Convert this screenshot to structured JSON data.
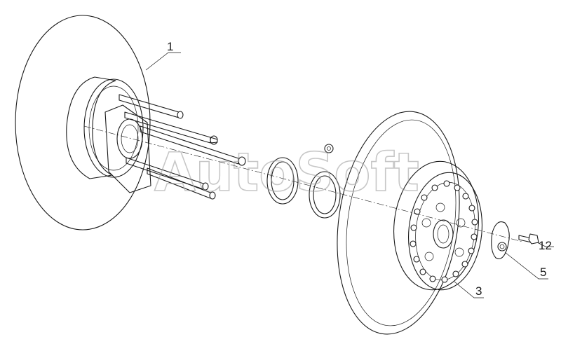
{
  "watermark": "AutoSoft",
  "callouts": {
    "c1": "1",
    "c3": "3",
    "c5": "5",
    "c12": "12"
  }
}
